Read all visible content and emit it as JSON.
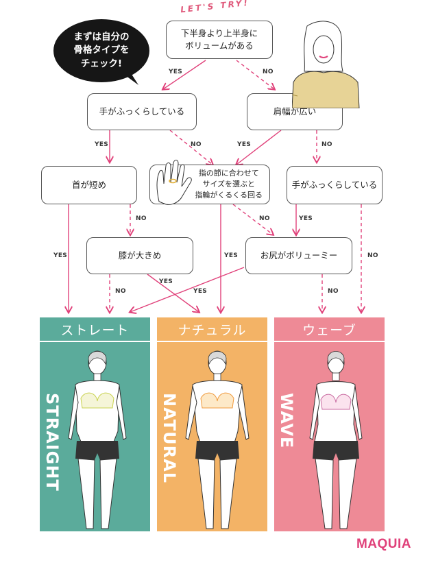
{
  "intro": {
    "bubble": "まずは自分の\n骨格タイプを\nチェック!",
    "lets_try": "LET'S TRY!"
  },
  "nodes": {
    "q1": "下半身より上半身に\nボリュームがある",
    "q2": "手がふっくらしている",
    "q3": "肩幅が広い",
    "q4": "首が短め",
    "q5": "指の節に合わせて\nサイズを選ぶと\n指輪がくるくる回る",
    "q6": "手がふっくらしている",
    "q7": "膝が大きめ",
    "q8": "お尻がボリューミー"
  },
  "edge_labels": {
    "yes": "YES",
    "no": "NO"
  },
  "types": [
    {
      "jp": "ストレート",
      "en": "STRAIGHT",
      "color": "#5bab9b"
    },
    {
      "jp": "ナチュラル",
      "en": "NATURAL",
      "color": "#f3b366"
    },
    {
      "jp": "ウェーブ",
      "en": "WAVE",
      "color": "#ee8a96"
    }
  ],
  "brand": "MAQUIA",
  "colors": {
    "arrow": "#e0417a",
    "bubble": "#161616"
  }
}
